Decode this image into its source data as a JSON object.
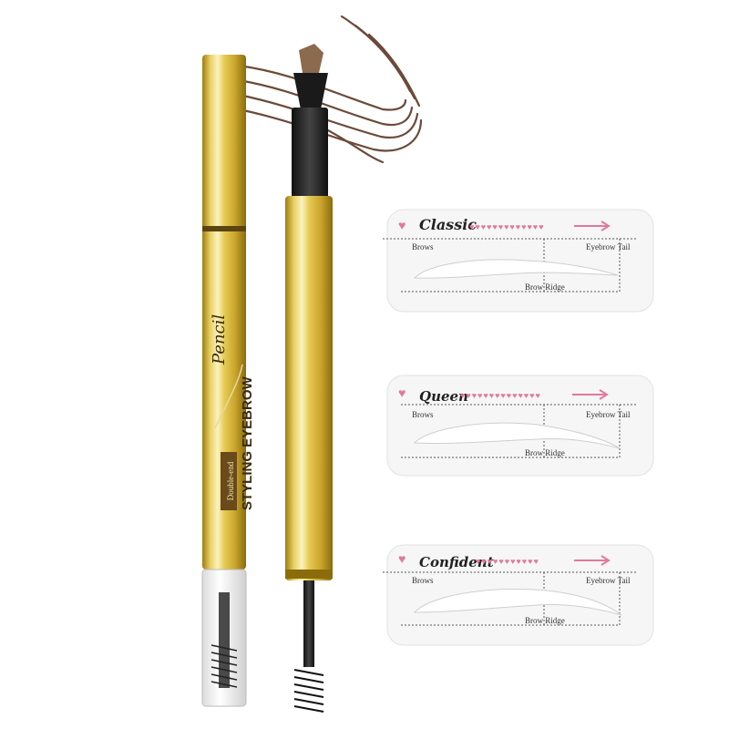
{
  "pencil_left": {
    "badge_text": "Double-end",
    "title_text": "STYLING EYEBROW",
    "script_text": "Pencil"
  },
  "stencils": [
    {
      "name": "Classic",
      "brows_label": "Brows",
      "tail_label": "Eyebrow Tail",
      "ridge_label": "Brow Ridge"
    },
    {
      "name": "Queen",
      "brows_label": "Brows",
      "tail_label": "Eyebrow Tail",
      "ridge_label": "Brow Ridge"
    },
    {
      "name": "Confident",
      "brows_label": "Brows",
      "tail_label": "Eyebrow Tail",
      "ridge_label": "Brow Ridge"
    }
  ],
  "colors": {
    "gold_light": "#f7eba0",
    "gold_dark": "#b8961e",
    "brow_stroke": "#6b4a3a",
    "heart_pink": "#e2799a",
    "stencil_bg": "#f6f6f6"
  }
}
